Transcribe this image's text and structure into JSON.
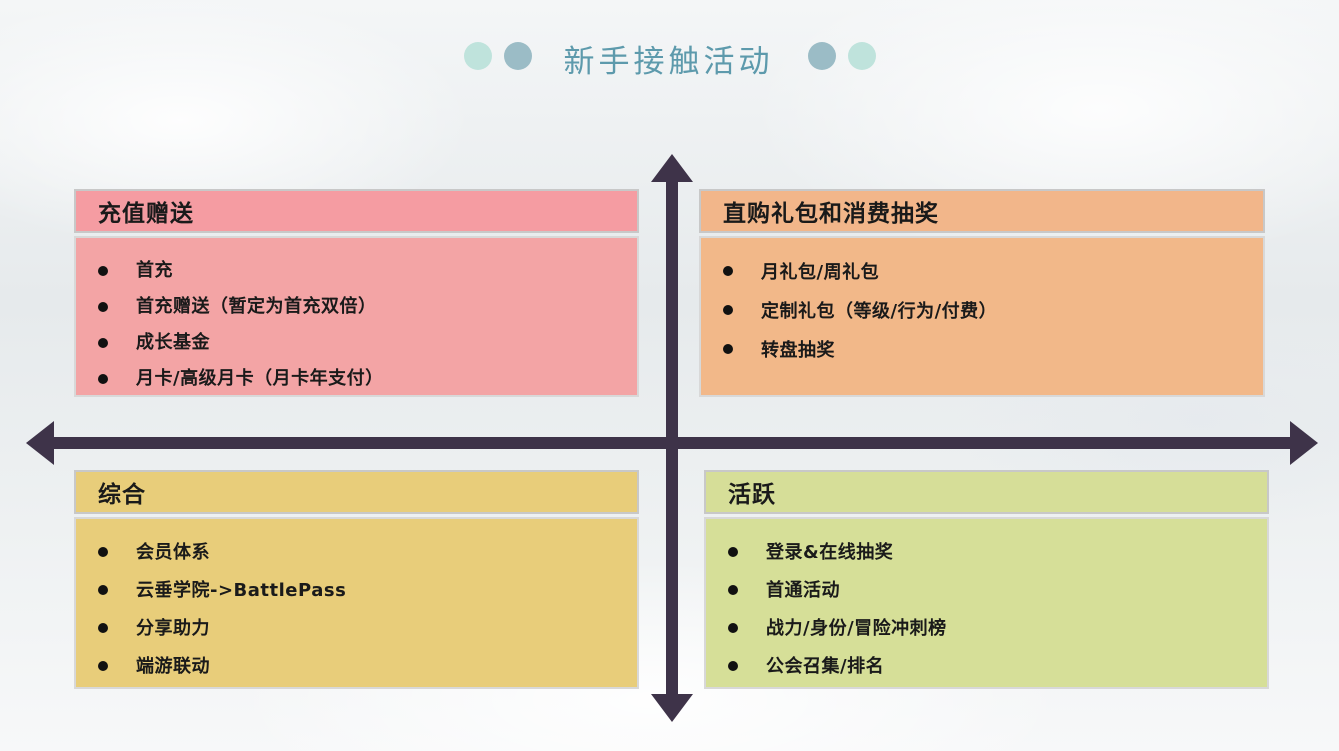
{
  "title": "新手接触活动",
  "quadrants": {
    "top_left": {
      "header": "充值赠送",
      "items": [
        "首充",
        "首充赠送（暂定为首充双倍）",
        "成长基金",
        "月卡/高级月卡（月卡年支付）"
      ]
    },
    "top_right": {
      "header": "直购礼包和消费抽奖",
      "items": [
        "月礼包/周礼包",
        "定制礼包（等级/行为/付费）",
        "转盘抽奖"
      ]
    },
    "bottom_left": {
      "header": "综合",
      "items": [
        "会员体系",
        "云垂学院->BattlePass",
        "分享助力",
        "端游联动"
      ]
    },
    "bottom_right": {
      "header": "活跃",
      "items": [
        "登录&在线抽奖",
        "首通活动",
        "战力/身份/冒险冲刺榜",
        "公会召集/排名"
      ]
    }
  },
  "colors": {
    "top_left": "#f3a4a5",
    "top_right": "#f2b889",
    "bottom_left": "#e8cd7a",
    "bottom_right": "#d6df98",
    "axis": "#3e3349",
    "title": "#5d9aac"
  }
}
